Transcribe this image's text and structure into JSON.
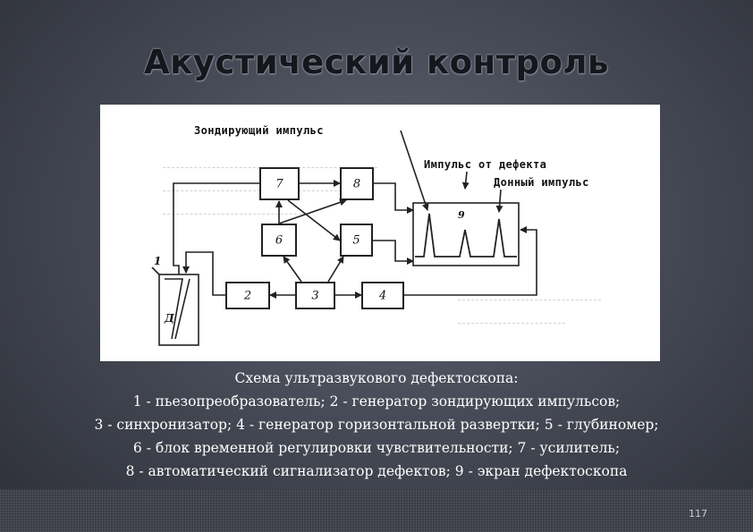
{
  "slide": {
    "title": "Акустический контроль",
    "page_number": "117"
  },
  "diagram": {
    "labels": {
      "probe_pulse": "Зондирующий импульс",
      "defect_pulse": "Импульс от дефекта",
      "bottom_pulse": "Донный импульс"
    },
    "blocks": [
      {
        "number": "7"
      },
      {
        "number": "8"
      },
      {
        "number": "6"
      },
      {
        "number": "5"
      },
      {
        "number": "2"
      },
      {
        "number": "3"
      },
      {
        "number": "4"
      },
      {
        "number": "9"
      }
    ],
    "probe": {
      "number": "1",
      "defect_letter": "Д"
    }
  },
  "caption": {
    "lines": [
      "Схема ультразвукового дефектоскопа:",
      "1 - пьезопреобразователь; 2 - генератор зондирующих импульсов;",
      "3 - синхронизатор; 4 - генератор горизонтальной развертки; 5 - глубиномер;",
      "6 - блок временной регулировки чувствительности; 7 - усилитель;",
      "8 - автоматический сигнализатор дефектов; 9 - экран дефектоскопа"
    ]
  }
}
